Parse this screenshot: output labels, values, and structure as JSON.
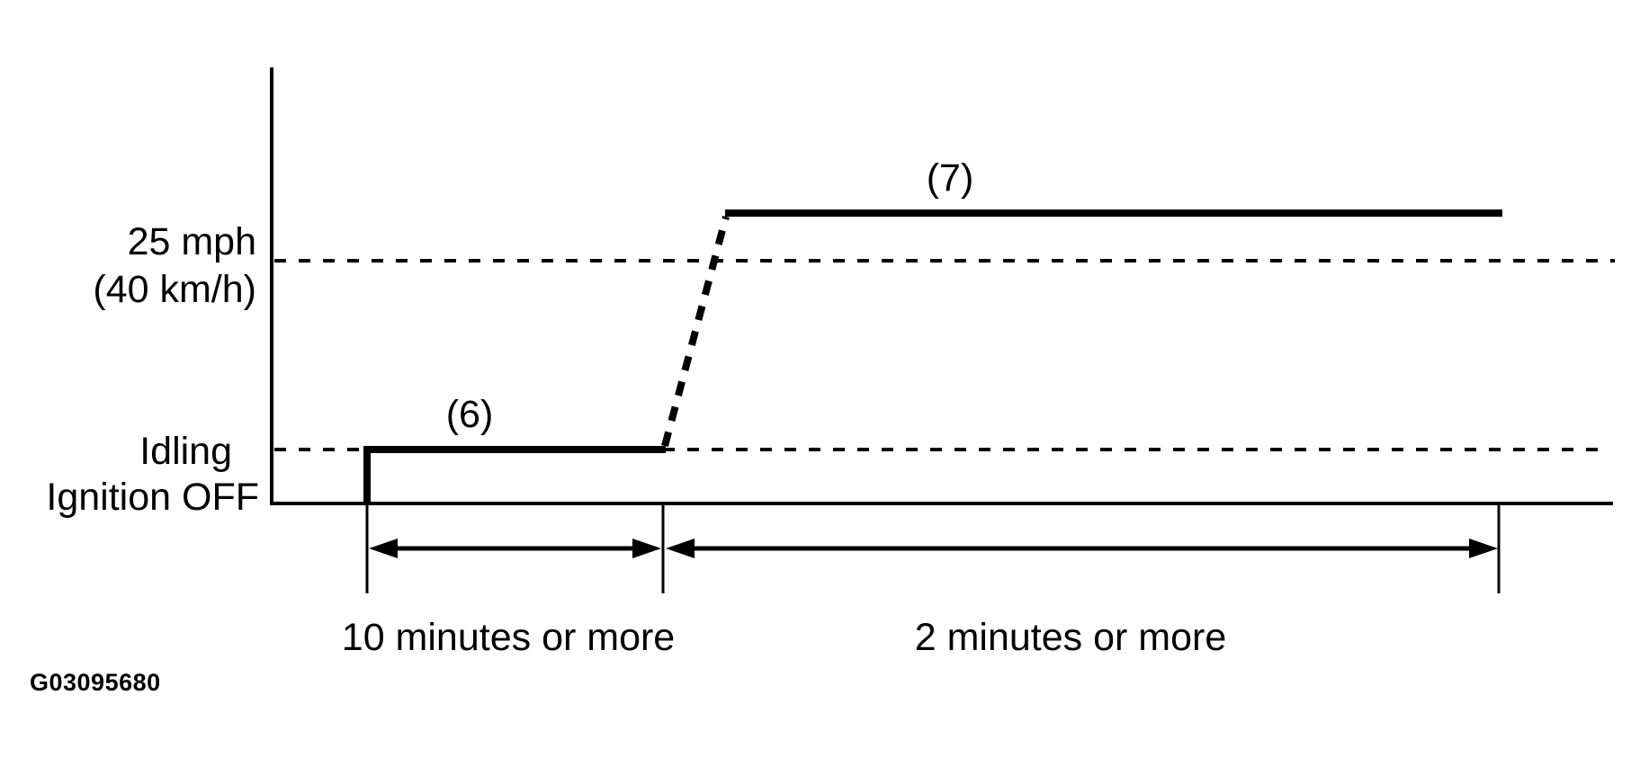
{
  "figure": {
    "code": "G03095680",
    "colors": {
      "ink": "#000000",
      "background": "#ffffff"
    },
    "axis_labels": {
      "speed_threshold_line1": "25 mph",
      "speed_threshold_line2": "(40 km/h)",
      "idling": "Idling",
      "ignition_off": "Ignition OFF"
    },
    "segments": {
      "idle": {
        "label": "(6)",
        "duration": "10 minutes or more"
      },
      "drive": {
        "label": "(7)",
        "duration": "2 minutes or more"
      }
    }
  },
  "chart_data": {
    "type": "line",
    "title": "",
    "x_axis": "",
    "y_axis": "",
    "y_reference_levels": [
      "25 mph (40 km/h)",
      "Idling",
      "Ignition OFF"
    ],
    "series": [
      {
        "name": "(6)",
        "level": "Idling",
        "duration": "10 minutes or more",
        "style": "solid"
      },
      {
        "name": "transition",
        "level": "Idling to above 25 mph (40 km/h)",
        "duration": "",
        "style": "dashed"
      },
      {
        "name": "(7)",
        "level": "above 25 mph (40 km/h)",
        "duration": "2 minutes or more",
        "style": "solid"
      }
    ],
    "legend_position": "none",
    "grid": "off"
  }
}
